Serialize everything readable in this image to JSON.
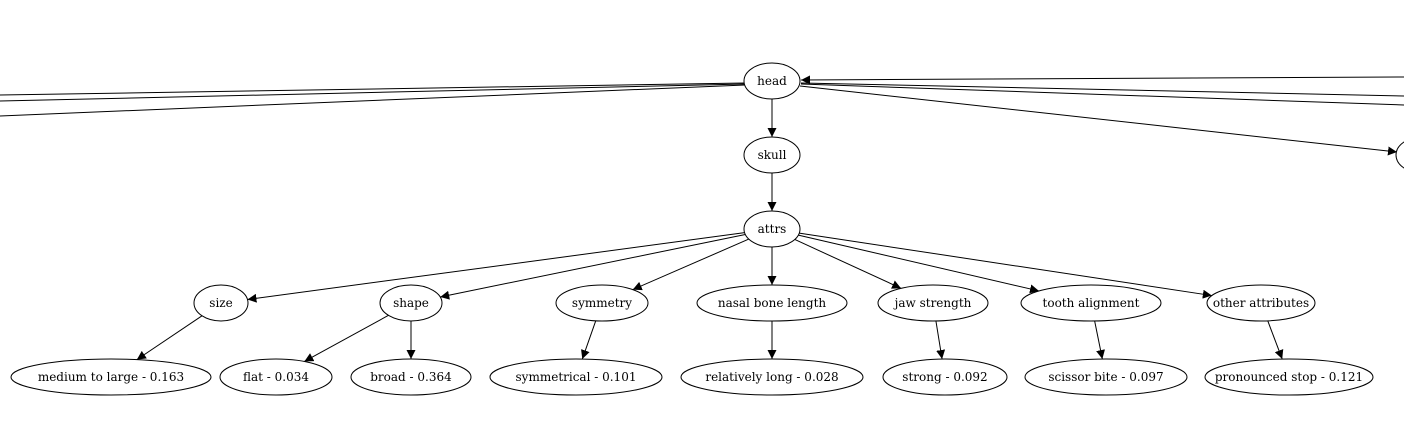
{
  "diagram": {
    "type": "tree",
    "nodes": {
      "head": "head",
      "skull": "skull",
      "attrs": "attrs",
      "size": "size",
      "shape": "shape",
      "symmetry": "symmetry",
      "nasal_bone_length": "nasal bone length",
      "jaw_strength": "jaw strength",
      "tooth_alignment": "tooth alignment",
      "other_attributes": "other attributes",
      "medium_to_large": "medium to large - 0.163",
      "flat": "flat - 0.034",
      "broad": "broad - 0.364",
      "symmetrical": "symmetrical - 0.101",
      "relatively_long": "relatively long - 0.028",
      "strong": "strong - 0.092",
      "scissor_bite": "scissor bite - 0.097",
      "pronounced_stop": "pronounced stop - 0.121"
    },
    "edges": [
      [
        "head",
        "skull"
      ],
      [
        "skull",
        "attrs"
      ],
      [
        "attrs",
        "size"
      ],
      [
        "attrs",
        "shape"
      ],
      [
        "attrs",
        "symmetry"
      ],
      [
        "attrs",
        "nasal_bone_length"
      ],
      [
        "attrs",
        "jaw_strength"
      ],
      [
        "attrs",
        "tooth_alignment"
      ],
      [
        "attrs",
        "other_attributes"
      ],
      [
        "size",
        "medium_to_large"
      ],
      [
        "shape",
        "flat"
      ],
      [
        "shape",
        "broad"
      ],
      [
        "symmetry",
        "symmetrical"
      ],
      [
        "nasal_bone_length",
        "relatively_long"
      ],
      [
        "jaw_strength",
        "strong"
      ],
      [
        "tooth_alignment",
        "scissor_bite"
      ],
      [
        "other_attributes",
        "pronounced_stop"
      ]
    ],
    "colors": {
      "stroke": "#000000",
      "fill": "#ffffff",
      "background": "#ffffff"
    }
  }
}
